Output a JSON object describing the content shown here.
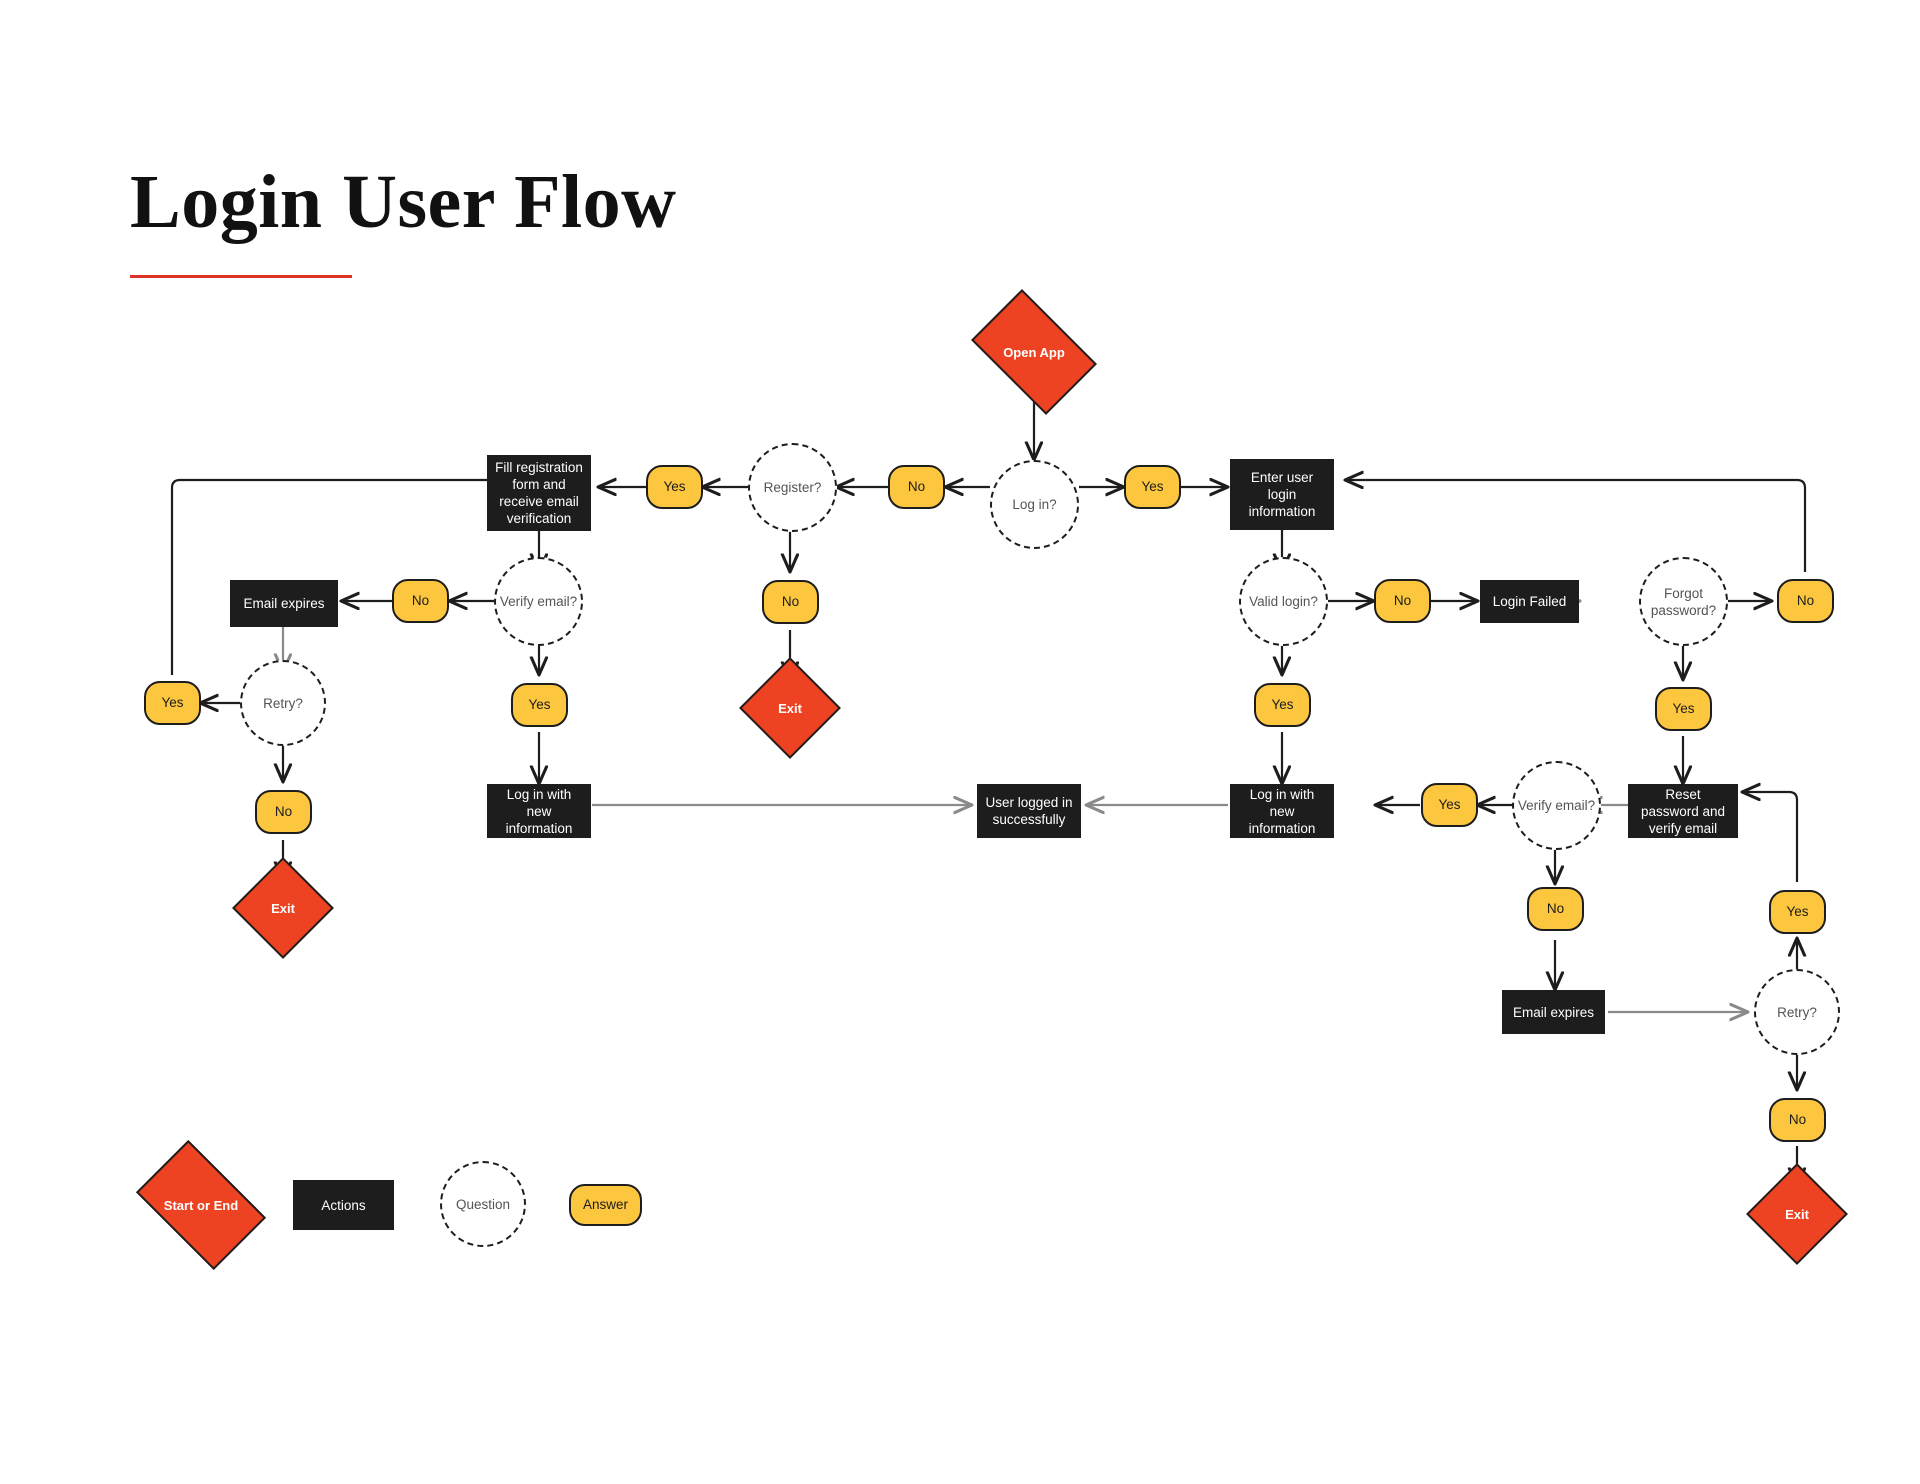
{
  "page": {
    "title": "Login User Flow",
    "accent_rule_color": "#E03127",
    "background": "#ffffff"
  },
  "palette": {
    "action_fill": "#1D1D1D",
    "action_text": "#FFFFFF",
    "answer_fill": "#FCC63F",
    "answer_text": "#1D1D1D",
    "question_stroke": "#1D1D1D",
    "question_text": "#545454",
    "terminal_fill": "#EE4323",
    "terminal_text": "#FFFFFF",
    "edge_dark": "#1D1D1D",
    "edge_light": "#8A8A8A"
  },
  "chart_data": {
    "type": "diagram",
    "title": "Login User Flow",
    "node_kinds": [
      "terminal",
      "action",
      "question",
      "answer"
    ],
    "nodes": [
      {
        "id": "open_app",
        "kind": "terminal",
        "label": "Open App"
      },
      {
        "id": "log_in_q",
        "kind": "question",
        "label": "Log in?"
      },
      {
        "id": "no_login",
        "kind": "answer",
        "label": "No"
      },
      {
        "id": "register_q",
        "kind": "question",
        "label": "Register?"
      },
      {
        "id": "yes_register",
        "kind": "answer",
        "label": "Yes"
      },
      {
        "id": "fill_reg",
        "kind": "action",
        "label": "Fill registration form and receive email verification"
      },
      {
        "id": "no_register",
        "kind": "answer",
        "label": "No"
      },
      {
        "id": "exit_register",
        "kind": "terminal",
        "label": "Exit"
      },
      {
        "id": "verify_email_q1",
        "kind": "question",
        "label": "Verify email?"
      },
      {
        "id": "no_verify1",
        "kind": "answer",
        "label": "No"
      },
      {
        "id": "email_expires1",
        "kind": "action",
        "label": "Email expires"
      },
      {
        "id": "retry_q1",
        "kind": "question",
        "label": "Retry?"
      },
      {
        "id": "yes_retry1",
        "kind": "answer",
        "label": "Yes"
      },
      {
        "id": "no_retry1",
        "kind": "answer",
        "label": "No"
      },
      {
        "id": "exit_retry1",
        "kind": "terminal",
        "label": "Exit"
      },
      {
        "id": "yes_verify1",
        "kind": "answer",
        "label": "Yes"
      },
      {
        "id": "login_new1",
        "kind": "action",
        "label": "Log in with new information"
      },
      {
        "id": "success",
        "kind": "action",
        "label": "User logged in successfully"
      },
      {
        "id": "yes_login",
        "kind": "answer",
        "label": "Yes"
      },
      {
        "id": "enter_login",
        "kind": "action",
        "label": "Enter user login information"
      },
      {
        "id": "valid_login_q",
        "kind": "question",
        "label": "Valid login?"
      },
      {
        "id": "yes_valid",
        "kind": "answer",
        "label": "Yes"
      },
      {
        "id": "login_new2",
        "kind": "action",
        "label": "Log in with new information"
      },
      {
        "id": "no_valid",
        "kind": "answer",
        "label": "No"
      },
      {
        "id": "login_failed",
        "kind": "action",
        "label": "Login Failed"
      },
      {
        "id": "forgot_pw_q",
        "kind": "question",
        "label": "Forgot password?"
      },
      {
        "id": "no_forgot",
        "kind": "answer",
        "label": "No"
      },
      {
        "id": "yes_forgot",
        "kind": "answer",
        "label": "Yes"
      },
      {
        "id": "reset_pw",
        "kind": "action",
        "label": "Reset password and verify email"
      },
      {
        "id": "verify_email_q2",
        "kind": "question",
        "label": "Verify email?"
      },
      {
        "id": "yes_verify2",
        "kind": "answer",
        "label": "Yes"
      },
      {
        "id": "no_verify2",
        "kind": "answer",
        "label": "No"
      },
      {
        "id": "email_expires2",
        "kind": "action",
        "label": "Email expires"
      },
      {
        "id": "retry_q2",
        "kind": "question",
        "label": "Retry?"
      },
      {
        "id": "yes_retry2",
        "kind": "answer",
        "label": "Yes"
      },
      {
        "id": "no_retry2",
        "kind": "answer",
        "label": "No"
      },
      {
        "id": "exit_retry2",
        "kind": "terminal",
        "label": "Exit"
      }
    ],
    "edges": [
      {
        "from": "open_app",
        "to": "log_in_q"
      },
      {
        "from": "log_in_q",
        "to": "no_login"
      },
      {
        "from": "no_login",
        "to": "register_q"
      },
      {
        "from": "register_q",
        "to": "yes_register"
      },
      {
        "from": "yes_register",
        "to": "fill_reg"
      },
      {
        "from": "register_q",
        "to": "no_register"
      },
      {
        "from": "no_register",
        "to": "exit_register"
      },
      {
        "from": "fill_reg",
        "to": "verify_email_q1"
      },
      {
        "from": "verify_email_q1",
        "to": "no_verify1"
      },
      {
        "from": "no_verify1",
        "to": "email_expires1"
      },
      {
        "from": "email_expires1",
        "to": "retry_q1"
      },
      {
        "from": "retry_q1",
        "to": "yes_retry1"
      },
      {
        "from": "yes_retry1",
        "to": "fill_reg"
      },
      {
        "from": "retry_q1",
        "to": "no_retry1"
      },
      {
        "from": "no_retry1",
        "to": "exit_retry1"
      },
      {
        "from": "verify_email_q1",
        "to": "yes_verify1"
      },
      {
        "from": "yes_verify1",
        "to": "login_new1"
      },
      {
        "from": "login_new1",
        "to": "success"
      },
      {
        "from": "log_in_q",
        "to": "yes_login"
      },
      {
        "from": "yes_login",
        "to": "enter_login"
      },
      {
        "from": "enter_login",
        "to": "valid_login_q"
      },
      {
        "from": "valid_login_q",
        "to": "yes_valid"
      },
      {
        "from": "yes_valid",
        "to": "login_new2"
      },
      {
        "from": "login_new2",
        "to": "success"
      },
      {
        "from": "valid_login_q",
        "to": "no_valid"
      },
      {
        "from": "no_valid",
        "to": "login_failed"
      },
      {
        "from": "login_failed",
        "to": "forgot_pw_q"
      },
      {
        "from": "forgot_pw_q",
        "to": "no_forgot"
      },
      {
        "from": "no_forgot",
        "to": "enter_login"
      },
      {
        "from": "forgot_pw_q",
        "to": "yes_forgot"
      },
      {
        "from": "yes_forgot",
        "to": "reset_pw"
      },
      {
        "from": "reset_pw",
        "to": "verify_email_q2"
      },
      {
        "from": "verify_email_q2",
        "to": "yes_verify2"
      },
      {
        "from": "yes_verify2",
        "to": "login_new2"
      },
      {
        "from": "verify_email_q2",
        "to": "no_verify2"
      },
      {
        "from": "no_verify2",
        "to": "email_expires2"
      },
      {
        "from": "email_expires2",
        "to": "retry_q2"
      },
      {
        "from": "retry_q2",
        "to": "yes_retry2"
      },
      {
        "from": "yes_retry2",
        "to": "reset_pw"
      },
      {
        "from": "retry_q2",
        "to": "no_retry2"
      },
      {
        "from": "no_retry2",
        "to": "exit_retry2"
      }
    ]
  },
  "nodes": {
    "open_app": "Open App",
    "log_in_q": "Log in?",
    "no_login": "No",
    "register_q": "Register?",
    "yes_register": "Yes",
    "fill_reg": "Fill registration form and receive email verification",
    "no_register": "No",
    "exit_register": "Exit",
    "verify_email_q1": "Verify email?",
    "no_verify1": "No",
    "email_expires1": "Email expires",
    "retry_q1": "Retry?",
    "yes_retry1": "Yes",
    "no_retry1": "No",
    "exit_retry1": "Exit",
    "yes_verify1": "Yes",
    "login_new1": "Log in with new information",
    "success": "User logged in successfully",
    "yes_login": "Yes",
    "enter_login": "Enter user login information",
    "valid_login_q": "Valid login?",
    "yes_valid": "Yes",
    "login_new2": "Log in with new information",
    "no_valid": "No",
    "login_failed": "Login Failed",
    "forgot_pw_q": "Forgot password?",
    "no_forgot": "No",
    "yes_forgot": "Yes",
    "reset_pw": "Reset password and verify email",
    "verify_email_q2": "Verify email?",
    "yes_verify2": "Yes",
    "no_verify2": "No",
    "email_expires2": "Email expires",
    "retry_q2": "Retry?",
    "yes_retry2": "Yes",
    "no_retry2": "No",
    "exit_retry2": "Exit"
  },
  "legend": {
    "terminal": "Start or End",
    "action": "Actions",
    "question": "Question",
    "answer": "Answer"
  }
}
